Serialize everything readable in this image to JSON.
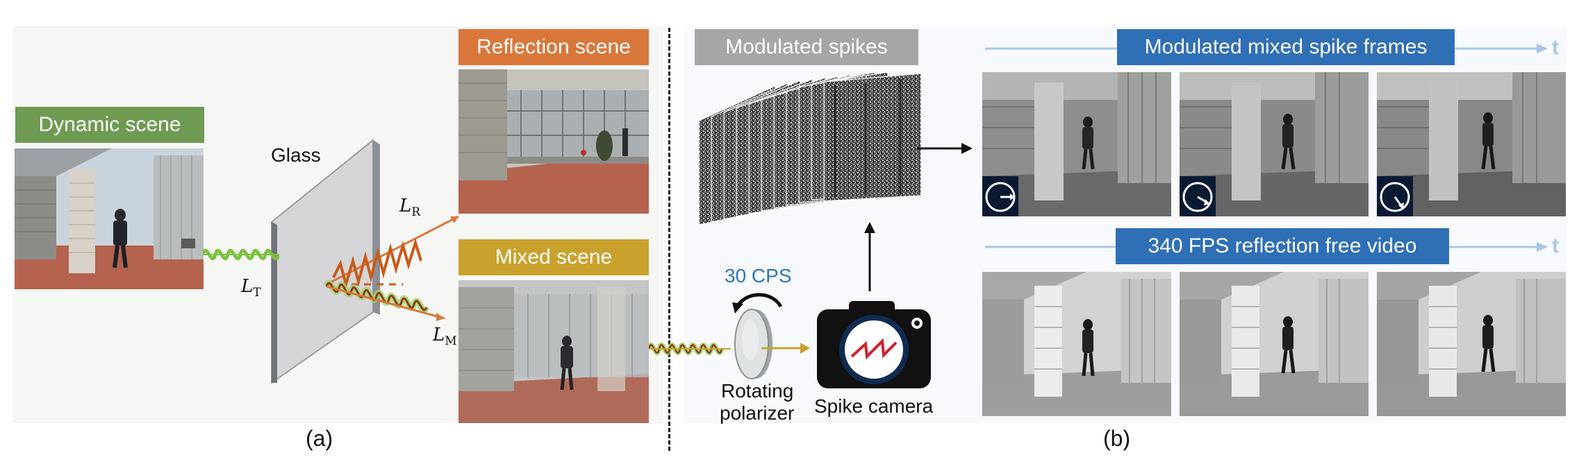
{
  "panel_a": {
    "dynamic_scene_label": "Dynamic scene",
    "glass_label": "Glass",
    "reflection_scene_label": "Reflection scene",
    "mixed_scene_label": "Mixed scene",
    "light_transmitted": "L",
    "light_transmitted_sub": "T",
    "light_reflected": "L",
    "light_reflected_sub": "R",
    "light_mixed": "L",
    "light_mixed_sub": "M",
    "caption": "(a)"
  },
  "panel_b": {
    "modulated_spikes_label": "Modulated spikes",
    "cps_label": "30 CPS",
    "polarizer_label_line1": "Rotating",
    "polarizer_label_line2": "polarizer",
    "camera_label": "Spike camera",
    "mixed_frames_label": "Modulated mixed spike frames",
    "time_label_top": "t",
    "reflection_free_label": "340  FPS  reflection free video",
    "time_label_bottom": "t",
    "caption": "(b)"
  },
  "colors": {
    "dynamic_green": "#6f9a52",
    "reflection_orange": "#d9773b",
    "mixed_gold": "#c9a22e",
    "spikes_gray": "#a6a6a6",
    "banner_blue": "#2f6fb5",
    "timeline_blue": "#a9c6e6",
    "cps_blue": "#2e75b6",
    "wave_green": "#7cc242",
    "wave_orange": "#c75b1a",
    "camera_black": "#111111"
  },
  "icons": [
    "glass-pane",
    "polarizer-disk",
    "rotation-arrow",
    "spike-camera-icon",
    "clock-dial-icon"
  ]
}
